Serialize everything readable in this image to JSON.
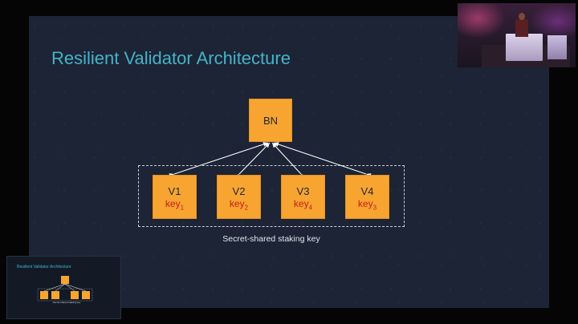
{
  "slide": {
    "title": "Resilient Validator Architecture",
    "beacon_node": {
      "label": "BN"
    },
    "validators": [
      {
        "name": "V1",
        "key": "key",
        "key_sub": "1"
      },
      {
        "name": "V2",
        "key": "key",
        "key_sub": "2"
      },
      {
        "name": "V3",
        "key": "key",
        "key_sub": "4"
      },
      {
        "name": "V4",
        "key": "key",
        "key_sub": "3"
      }
    ],
    "group_caption": "Secret-shared staking key"
  },
  "mini_preview": {
    "title": "Resilient Validator Architecture",
    "caption": "Secret-shared staking key"
  },
  "colors": {
    "slide_background": "#1c2435",
    "title": "#45b3c9",
    "box_fill": "#f7a530",
    "key_text": "#cc1a1a",
    "arrow": "#ffffff",
    "dashed_border": "#c9ced6"
  },
  "icons": {
    "webcam": "presenter-webcam-feed"
  }
}
